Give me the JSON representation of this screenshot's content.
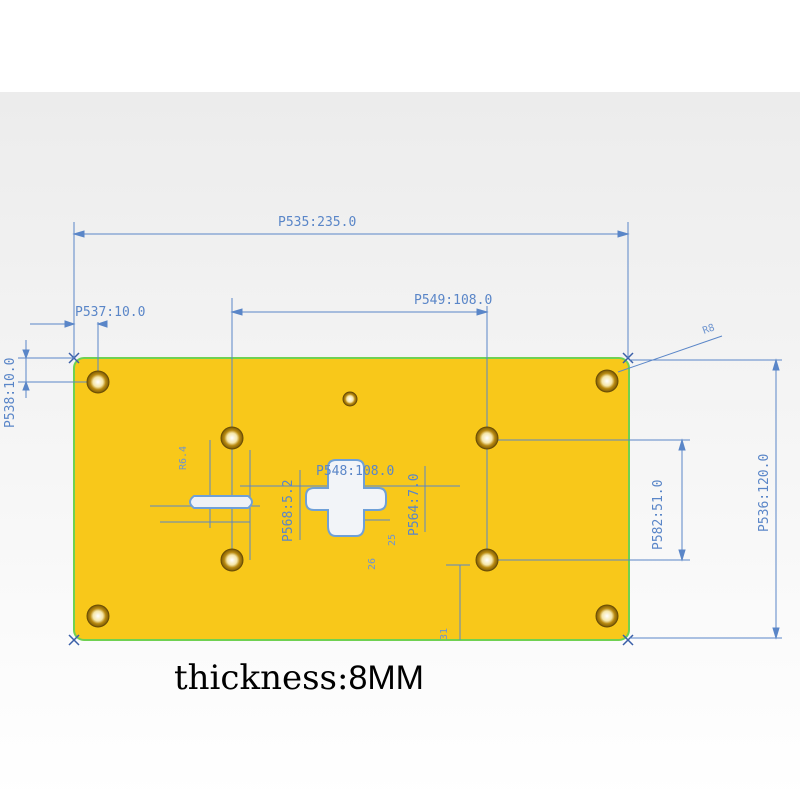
{
  "colors": {
    "plate_fill": "#f8c81a",
    "plate_outline": "#6fd152",
    "dimension_line": "#5a86c8",
    "background_gradient_top": "#ededed",
    "background_gradient_bottom": "#ffffff"
  },
  "dimensions": {
    "overall_width": "P535:235.0",
    "overall_height": "P536:120.0",
    "hole_offset_x": "P537:10.0",
    "hole_offset_y": "P538:10.0",
    "hole_spacing_x": "P549:108.0",
    "hole_spacing_y": "P582:51.0",
    "center_offset": "P548:108.0",
    "keyhole_width": "P568:5.2",
    "keyhole_height": "P564:7.0",
    "corner_radius": "R8",
    "bottom_offset": "31",
    "slot_radius": "R6.4",
    "small_label_a": "26",
    "small_label_b": "25"
  },
  "caption": {
    "label": "thickness:",
    "value": "8MM"
  }
}
